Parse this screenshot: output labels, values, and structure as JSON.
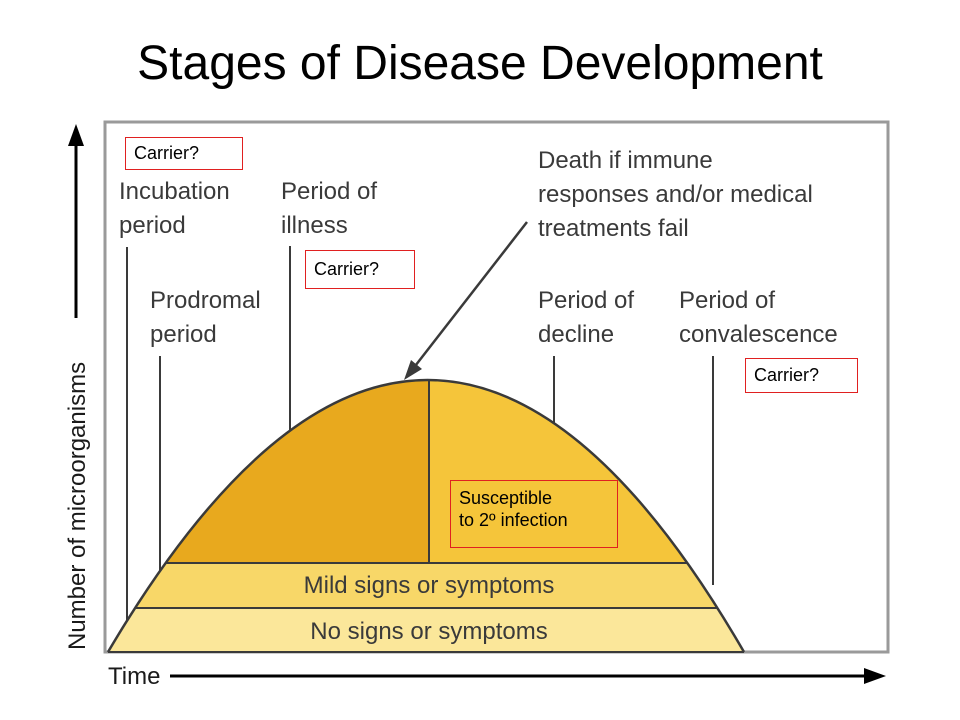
{
  "title": "Stages of Disease Development",
  "axes": {
    "y_label": "Number of microorganisms",
    "x_label": "Time"
  },
  "stages": {
    "incubation": [
      "Incubation",
      "period"
    ],
    "prodromal": [
      "Prodromal",
      "period"
    ],
    "illness": [
      "Period of",
      "illness"
    ],
    "decline": [
      "Period of",
      "decline"
    ],
    "convalescence": [
      "Period of",
      "convalescence"
    ]
  },
  "death_note": [
    "Death if immune",
    "responses and/or medical",
    "treatments fail"
  ],
  "bands": {
    "mild": "Mild signs or symptoms",
    "none": "No signs or symptoms"
  },
  "callouts": {
    "carrier_1": "Carrier?",
    "carrier_2": "Carrier?",
    "carrier_3": "Carrier?",
    "secondary": [
      "Susceptible",
      "to 2º infection"
    ]
  },
  "colors": {
    "frame": "#9a9a9a",
    "no_signs_band": "#fbe79a",
    "mild_band": "#f8d768",
    "illness_fill": "#e8a91e",
    "decline_fill": "#f5c53a",
    "text_dark": "#3a3a3a",
    "callout_border": "#e02020"
  }
}
